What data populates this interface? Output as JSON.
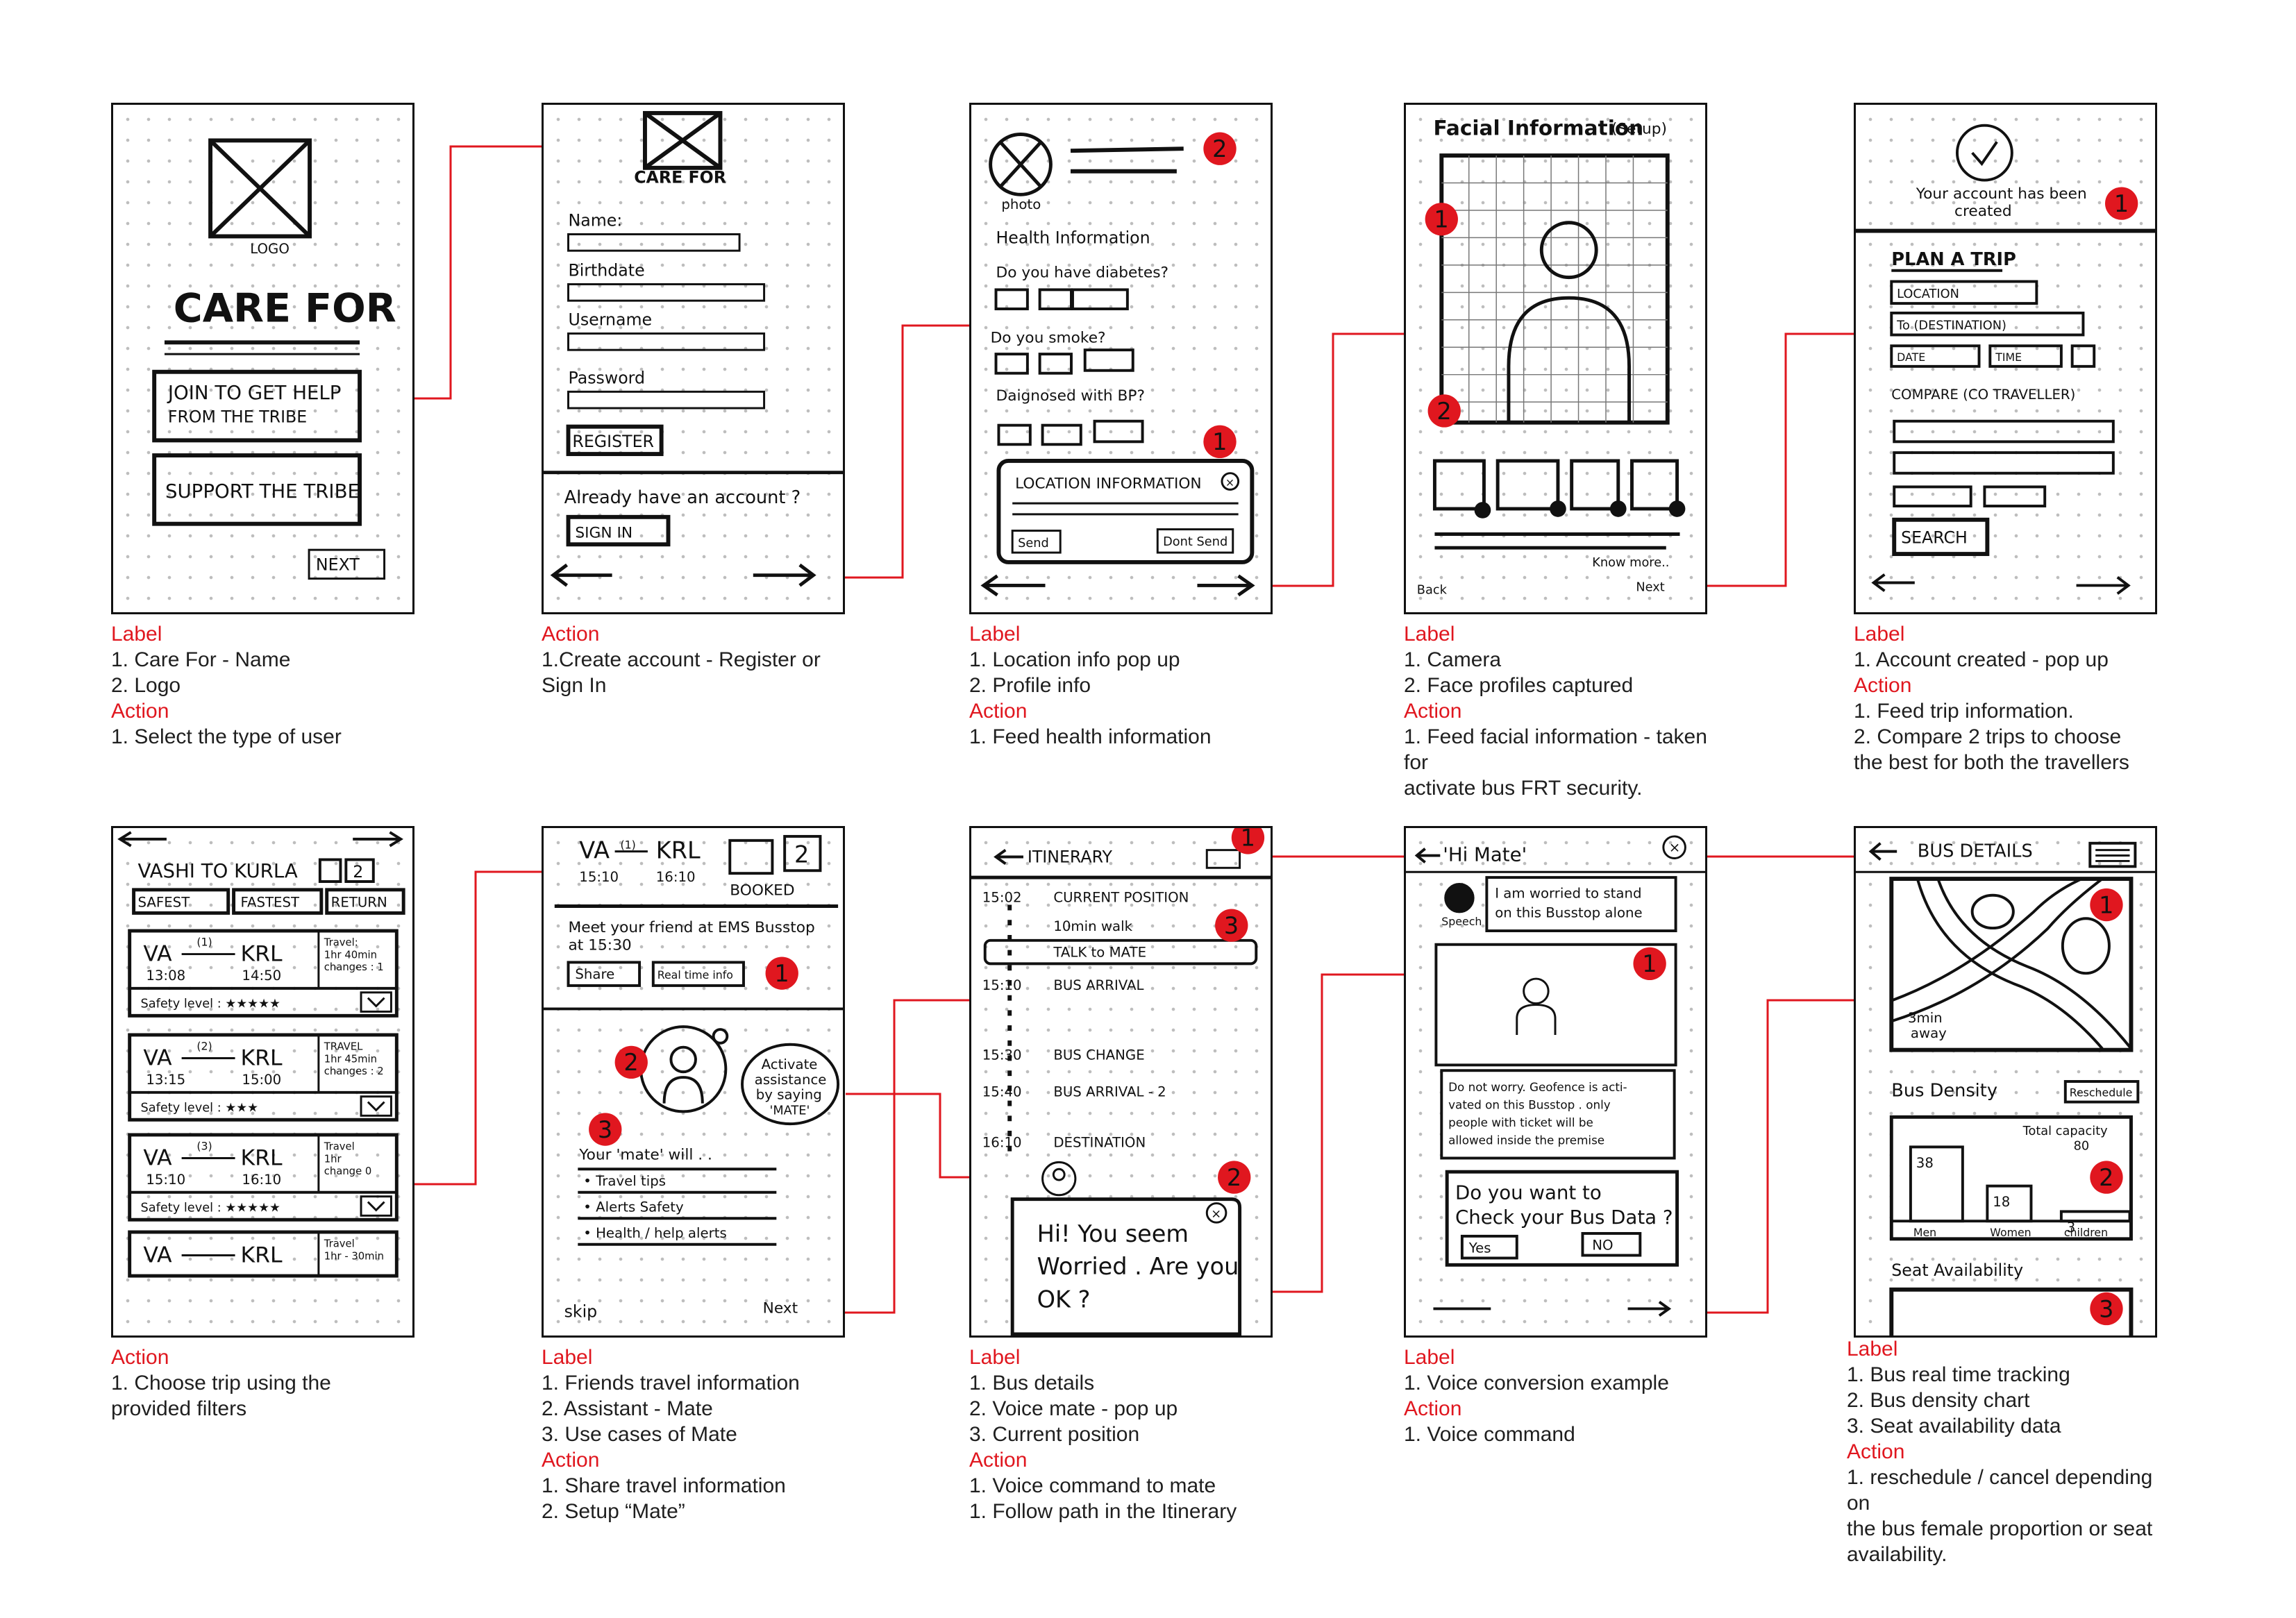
{
  "colors": {
    "accent": "#e0171f",
    "ink": "#111111",
    "dot": "#bdbdbd"
  },
  "screens": [
    {
      "id": "s1",
      "texts": {
        "logo_caption": "LOGO",
        "app_name": "CARE FOR",
        "btn_join_1": "JOIN TO GET HELP",
        "btn_join_2": "FROM THE TRIBE",
        "btn_support": "SUPPORT THE TRIBE",
        "btn_next": "NEXT"
      }
    },
    {
      "id": "s2",
      "texts": {
        "brand": "CARE FOR",
        "name": "Name:",
        "birthdate": "Birthdate",
        "username": "Username",
        "password": "Password",
        "register": "REGISTER",
        "already": "Already have an account ?",
        "signin": "SIGN IN"
      }
    },
    {
      "id": "s3",
      "badges": [
        "2",
        "1"
      ],
      "texts": {
        "photo": "photo",
        "health": "Health Information",
        "q1": "Do you have diabetes?",
        "q2": "Do you smoke?",
        "q3": "Daignosed with BP?",
        "popup_title": "LOCATION INFORMATION",
        "send": "Send",
        "dont_send": "Dont Send"
      }
    },
    {
      "id": "s4",
      "badges": [
        "1",
        "2"
      ],
      "texts": {
        "title": "Facial Information",
        "setup": "(Setup)",
        "know_more": "Know more..",
        "back": "Back",
        "next": "Next"
      }
    },
    {
      "id": "s5",
      "badges": [
        "1"
      ],
      "texts": {
        "created_1": "Your account has been",
        "created_2": "created",
        "plan": "PLAN A TRIP",
        "location": "LOCATION",
        "destination": "To (DESTINATION)",
        "date": "DATE",
        "time": "TIME",
        "compare": "COMPARE (CO TRAVELLER)",
        "search": "SEARCH"
      }
    },
    {
      "id": "s6",
      "texts": {
        "route": "VASHI TO KURLA",
        "pax": "2",
        "safest": "SAFEST",
        "fastest": "FASTEST",
        "return": "RETURN",
        "trips": [
          {
            "from": "VA",
            "to": "KRL",
            "num": "(1)",
            "dep": "13:08",
            "arr": "14:50",
            "info": [
              "Travel:",
              "1hr 40min",
              "changes : 1"
            ],
            "safety": "Safety level : ★★★★★"
          },
          {
            "from": "VA",
            "to": "KRL",
            "num": "(2)",
            "dep": "13:15",
            "arr": "15:00",
            "info": [
              "TRAVEL",
              "1hr 45min",
              "changes : 2"
            ],
            "safety": "Safety level : ★★★"
          },
          {
            "from": "VA",
            "to": "KRL",
            "num": "(3)",
            "dep": "15:10",
            "arr": "16:10",
            "info": [
              "Travel",
              "1hr",
              "change 0"
            ],
            "safety": "Safety level : ★★★★★"
          },
          {
            "from": "VA",
            "to": "KRL",
            "num": "",
            "dep": "",
            "arr": "",
            "info": [
              "Travel",
              "1hr - 30min",
              ""
            ],
            "safety": ""
          }
        ]
      }
    },
    {
      "id": "s7",
      "badges": [
        "1",
        "2",
        "3"
      ],
      "texts": {
        "from": "VA",
        "to": "KRL",
        "num": "(1)",
        "dep": "15:10",
        "arr": "16:10",
        "pax": "2",
        "booked": "BOOKED",
        "meet_1": "Meet your friend at EMS Busstop",
        "meet_2": "at 15:30",
        "share": "Share",
        "realtime": "Real time info",
        "bubble_1": "Activate",
        "bubble_2": "assistance",
        "bubble_3": "by saying",
        "bubble_4": "'MATE'",
        "mate_will": "Your 'mate' will . .",
        "uses": [
          "• Travel tips",
          "• Alerts Safety",
          "• Health / help alerts"
        ],
        "skip": "skip",
        "next": "Next"
      }
    },
    {
      "id": "s8",
      "badges": [
        "1",
        "3",
        "2"
      ],
      "texts": {
        "title": "ITINERARY",
        "steps": [
          {
            "time": "15:02",
            "label": "CURRENT POSITION"
          },
          {
            "time": "",
            "label": "10min walk"
          },
          {
            "time": "",
            "label": "TALK to MATE"
          },
          {
            "time": "15:10",
            "label": "BUS ARRIVAL"
          },
          {
            "time": "15:30",
            "label": "BUS CHANGE"
          },
          {
            "time": "15:40",
            "label": "BUS ARRIVAL - 2"
          },
          {
            "time": "16:10",
            "label": "DESTINATION"
          }
        ],
        "popup_1": "Hi! You seem",
        "popup_2": "Worried . Are you",
        "popup_3": "OK ?"
      }
    },
    {
      "id": "s9",
      "badges": [
        "1"
      ],
      "texts": {
        "title": "'Hi Mate'",
        "speech": "Speech",
        "said_1": "I am worried to stand",
        "said_2": "on this Busstop alone",
        "reply_1": "Do not worry. Geofence is acti-",
        "reply_2": "vated on this Busstop . only",
        "reply_3": "people with ticket will be",
        "reply_4": "allowed inside the premise",
        "ask_1": "Do you want to",
        "ask_2": "Check your Bus Data ?",
        "yes": "Yes",
        "no": "NO"
      }
    },
    {
      "id": "s10",
      "badges": [
        "1",
        "2",
        "3"
      ],
      "texts": {
        "title": "BUS DETAILS",
        "eta_1": "3min",
        "eta_2": "away",
        "density": "Bus Density",
        "reschedule": "Reschedule",
        "capacity_1": "Total capacity",
        "capacity_2": "80",
        "seat": "Seat Availability"
      }
    }
  ],
  "chart_data": {
    "type": "bar",
    "title": "",
    "categories": [
      "Men",
      "Women",
      "children"
    ],
    "values": [
      38,
      18,
      3
    ],
    "ylim": [
      0,
      80
    ],
    "xlabel": "",
    "ylabel": ""
  },
  "captions": [
    {
      "id": "c1",
      "blocks": [
        {
          "head": "Label",
          "lines": [
            "1. Care For - Name",
            "2. Logo"
          ]
        },
        {
          "head": "Action",
          "lines": [
            "1. Select the type of user"
          ]
        }
      ]
    },
    {
      "id": "c2",
      "blocks": [
        {
          "head": "Action",
          "lines": [
            "1.Create account - Register or",
            "Sign In"
          ]
        }
      ]
    },
    {
      "id": "c3",
      "blocks": [
        {
          "head": "Label",
          "lines": [
            "1. Location info pop up",
            "2. Profile info"
          ]
        },
        {
          "head": "Action",
          "lines": [
            "1. Feed health information"
          ]
        }
      ]
    },
    {
      "id": "c4",
      "blocks": [
        {
          "head": "Label",
          "lines": [
            "1. Camera",
            "2. Face profiles captured"
          ]
        },
        {
          "head": "Action",
          "lines": [
            "1. Feed facial information - taken for",
            "activate bus FRT security."
          ]
        }
      ]
    },
    {
      "id": "c5",
      "blocks": [
        {
          "head": "Label",
          "lines": [
            "1. Account created - pop up"
          ]
        },
        {
          "head": "Action",
          "lines": [
            "1. Feed trip information.",
            "2. Compare 2 trips to choose",
            "the best for both the travellers"
          ]
        }
      ]
    },
    {
      "id": "c6",
      "blocks": [
        {
          "head": "Action",
          "lines": [
            "1. Choose trip using the",
            "provided filters"
          ]
        }
      ]
    },
    {
      "id": "c7",
      "blocks": [
        {
          "head": "Label",
          "lines": [
            "1. Friends travel information",
            "2. Assistant - Mate",
            "3. Use cases of Mate"
          ]
        },
        {
          "head": "Action",
          "lines": [
            "1. Share travel information",
            "2. Setup “Mate”"
          ]
        }
      ]
    },
    {
      "id": "c8",
      "blocks": [
        {
          "head": "Label",
          "lines": [
            "1. Bus details",
            "2. Voice mate - pop up",
            "3. Current position"
          ]
        },
        {
          "head": "Action",
          "lines": [
            "1. Voice command to mate",
            "1. Follow path in the Itinerary"
          ]
        }
      ]
    },
    {
      "id": "c9",
      "blocks": [
        {
          "head": "Label",
          "lines": [
            "1. Voice conversion example"
          ]
        },
        {
          "head": "Action",
          "lines": [
            "1. Voice command"
          ]
        }
      ]
    },
    {
      "id": "c10",
      "blocks": [
        {
          "head": "Label",
          "lines": [
            "1. Bus real time tracking",
            "2. Bus density chart",
            "3. Seat availability data"
          ]
        },
        {
          "head": "Action",
          "lines": [
            "1. reschedule / cancel depending on",
            "the bus female proportion or seat",
            "availability."
          ]
        }
      ]
    }
  ]
}
